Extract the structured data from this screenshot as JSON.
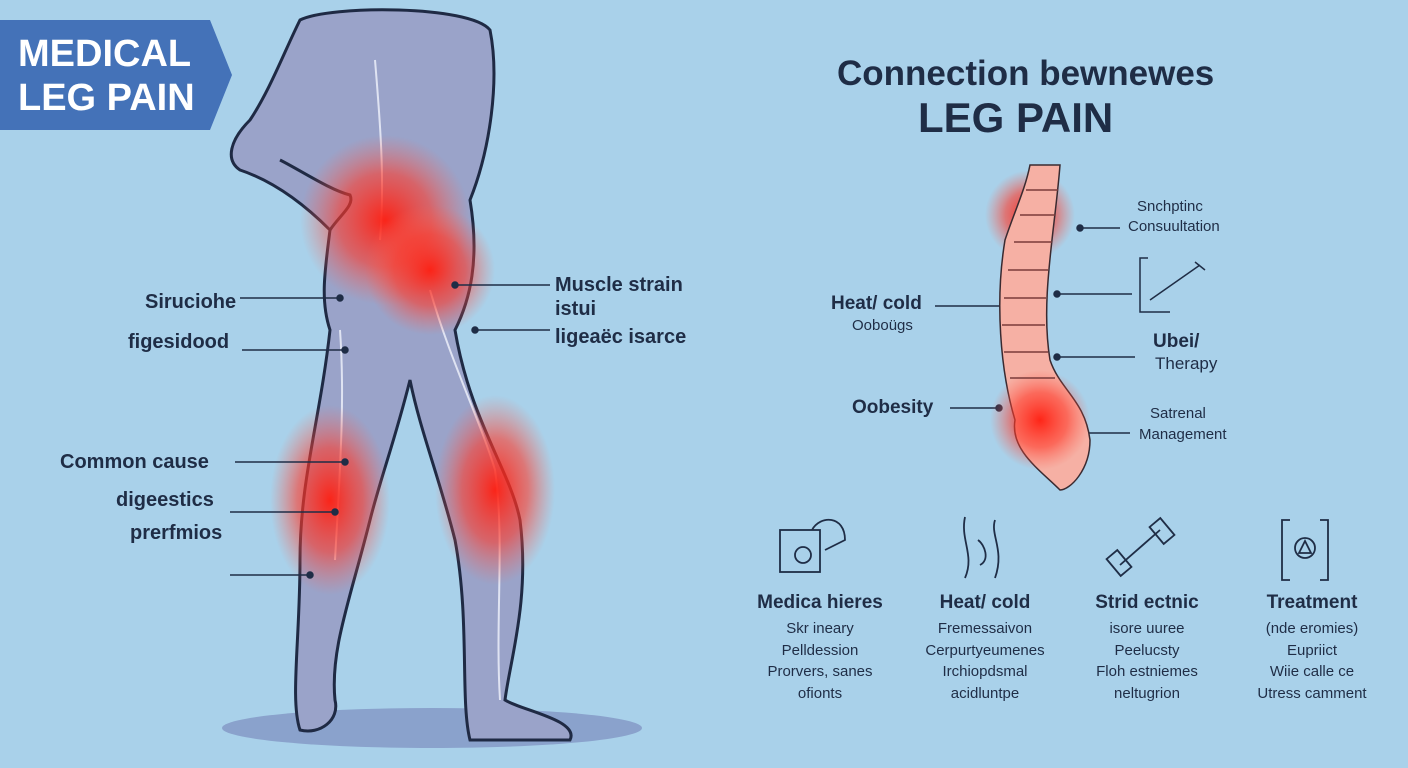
{
  "banner": {
    "line1": "MEDICAL",
    "line2": "LEG PAIN"
  },
  "title": {
    "line1": "Connection bewnewes",
    "line2": "LEG PAIN"
  },
  "left_labels": [
    {
      "text": "Siruciohe"
    },
    {
      "text": "figesidood"
    },
    {
      "text": "Common cause"
    },
    {
      "text": "digeestics"
    },
    {
      "text": "prerfmios"
    }
  ],
  "right_labels": [
    {
      "text": "Muscle strain"
    },
    {
      "text": "istui"
    },
    {
      "text": "ligeaëc isarce"
    }
  ],
  "spine_labels": {
    "top_right_1": "Snchptinc",
    "top_right_2": "Consuultation",
    "heat_cold": "Heat/ cold",
    "oobougs": "Ooboügs",
    "ubei": "Ubei/",
    "therapy": "Therapy",
    "obesity": "Oobesity",
    "satrenal": "Satrenal",
    "management": "Management"
  },
  "columns": [
    {
      "icon": "monitor-scan-icon",
      "heading": "Medica hieres",
      "lines": [
        "Skr ineary",
        "Pelldession",
        "Prorvers, sanes",
        "ofionts"
      ]
    },
    {
      "icon": "body-outline-icon",
      "heading": "Heat/ cold",
      "lines": [
        "Fremessaivon",
        "Cerpurtyeumenes",
        "Irchiopdsmal",
        "acidluntpe"
      ]
    },
    {
      "icon": "dumbbell-icon",
      "heading": "Strid ectnic",
      "lines": [
        "isore uuree",
        "Peelucsty",
        "Floh estniemes",
        "neltugrion"
      ]
    },
    {
      "icon": "treatment-frame-icon",
      "heading": "Treatment",
      "lines": [
        "(nde eromies)",
        "Eupriict",
        "Wiie calle ce",
        "Utress camment"
      ]
    }
  ],
  "colors": {
    "background": "#a9d1ea",
    "banner": "#4472b8",
    "text": "#1f2d46",
    "pain": "#ff2a1a",
    "body": "#9aa3c9"
  }
}
